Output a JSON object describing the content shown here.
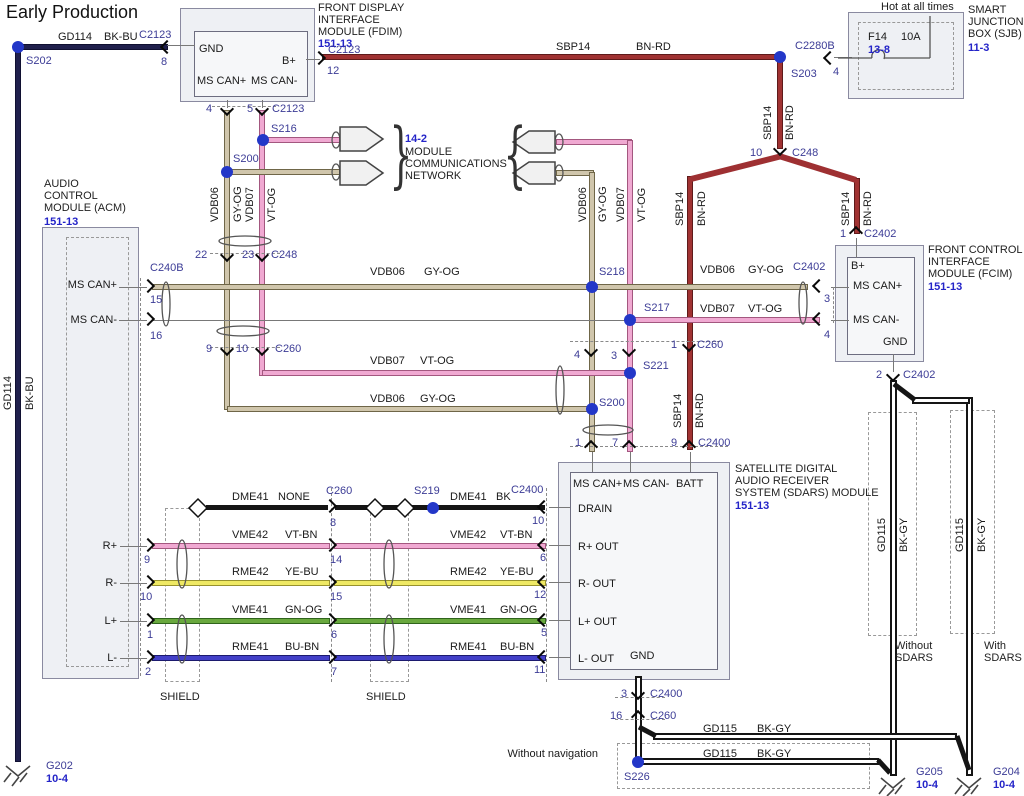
{
  "s": {
    "title": "Early Production",
    "gd114": "GD114",
    "bkbu": "BK-BU",
    "sbp14": "SBP14",
    "bnrd": "BN-RD",
    "vdb06": "VDB06",
    "gyog": "GY-OG",
    "vdb07": "VDB07",
    "vtog": "VT-OG",
    "dme41": "DME41",
    "none": "NONE",
    "bk": "BK",
    "vme42": "VME42",
    "vtbn": "VT-BN",
    "rme42": "RME42",
    "yebu": "YE-BU",
    "vme41": "VME41",
    "gnog": "GN-OG",
    "rme41": "RME41",
    "bubn": "BU-BN",
    "gd115": "GD115",
    "bkgy": "BK-GY",
    "c2123": "C2123",
    "c2280b": "C2280B",
    "c248": "C248",
    "c240b": "C240B",
    "c260": "C260",
    "c2402": "C2402",
    "c2400": "C2400",
    "s202": "S202",
    "s203": "S203",
    "s216": "S216",
    "s200": "S200",
    "s217": "S217",
    "s218": "S218",
    "s219": "S219",
    "s221": "S221",
    "s226": "S226",
    "g202": "G202",
    "g204": "G204",
    "g205": "G205",
    "p1": "1",
    "p2": "2",
    "p3": "3",
    "p4": "4",
    "p5": "5",
    "p6": "6",
    "p7": "7",
    "p8": "8",
    "p9": "9",
    "p10": "10",
    "p11": "11",
    "p12": "12",
    "p14": "14",
    "p15": "15",
    "p16": "16",
    "p22": "22",
    "p23": "23",
    "ref15113": "151-13",
    "ref104": "10-4",
    "ref113": "11-3",
    "ref138": "13-8",
    "ref142": "14-2",
    "fdim": "FRONT DISPLAY\nINTERFACE\nMODULE (FDIM)",
    "sjb": "SMART\nJUNCTION\nBOX (SJB)",
    "acm": "AUDIO\nCONTROL\nMODULE (ACM)",
    "fcim": "FRONT CONTROL\nINTERFACE\nMODULE (FCIM)",
    "sdars": "SATELLITE DIGITAL\nAUDIO RECEIVER\nSYSTEM (SDARS) MODULE",
    "network": "MODULE\nCOMMUNICATIONS\nNETWORK",
    "hot": "Hot at all times",
    "f14": "F14",
    "a10": "10A",
    "gnd": "GND",
    "bplus": "B+",
    "mscanp": "MS CAN+",
    "mscann": "MS CAN-",
    "batt": "BATT",
    "drain": "DRAIN",
    "rpout": "R+ OUT",
    "rnout": "R- OUT",
    "lpout": "L+ OUT",
    "lnout": "L- OUT",
    "rp": "R+",
    "rn": "R-",
    "lp": "L+",
    "ln": "L-",
    "shield": "SHIELD",
    "wonav": "Without navigation",
    "wosdars": "Without\nSDARS",
    "wsdars": "With\nSDARS"
  }
}
